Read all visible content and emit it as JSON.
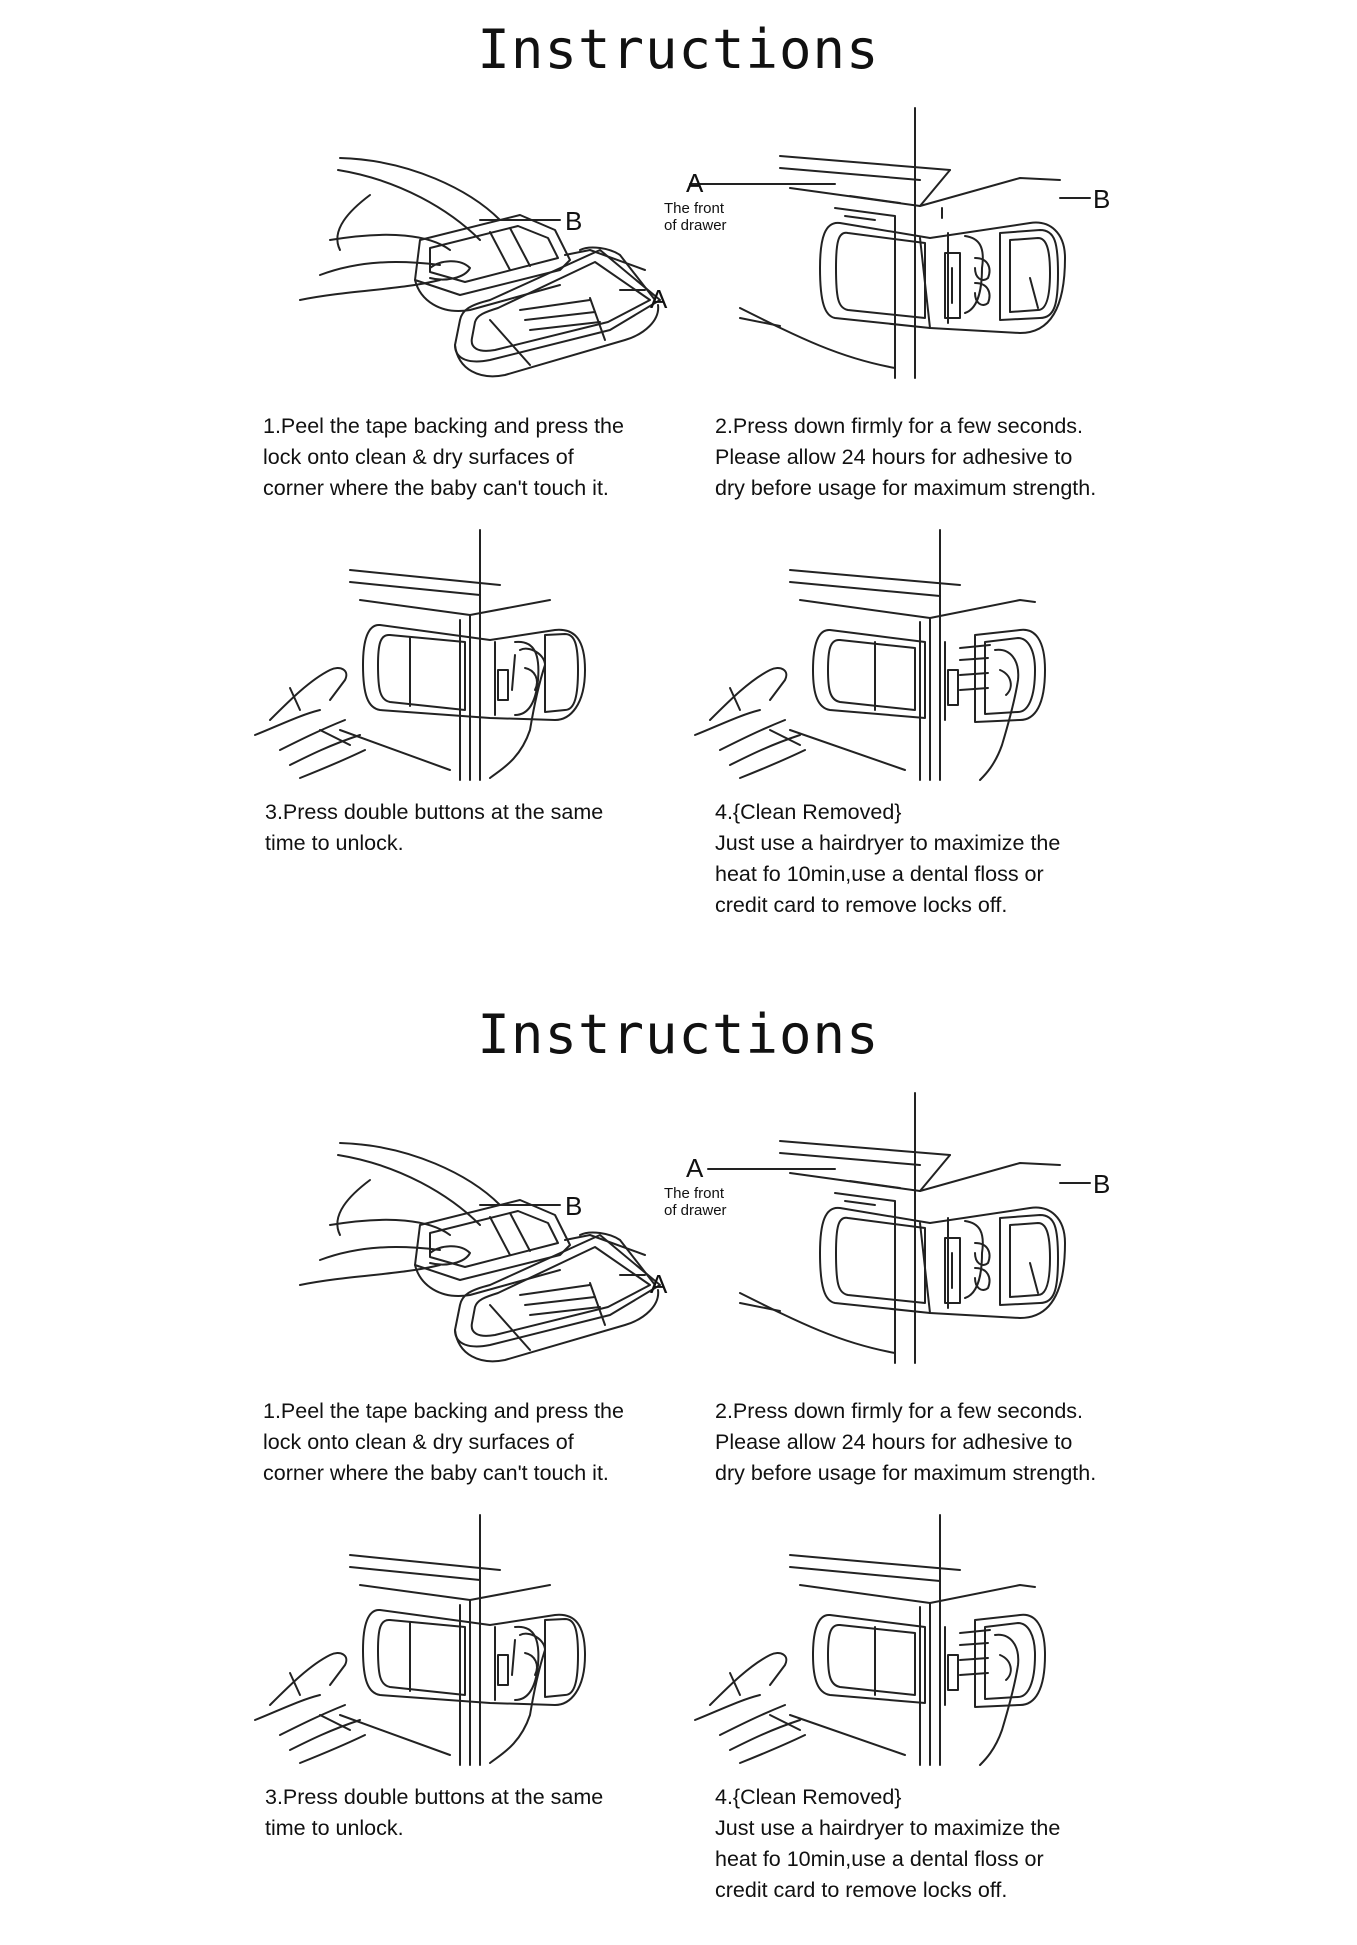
{
  "sections": [
    {
      "title": "Instructions",
      "steps": [
        {
          "caption": "1.Peel the tape backing and press the\nlock onto clean & dry surfaces of\ncorner where the baby can't touch it.",
          "labels": {
            "b": "B",
            "a": "A"
          }
        },
        {
          "caption": "2.Press down firmly for a few seconds.\nPlease allow 24 hours for adhesive to\ndry before usage for maximum strength.",
          "labels": {
            "a": "A",
            "front1": "The front",
            "front2": "of drawer",
            "b": "B"
          }
        },
        {
          "caption": "3.Press double buttons at the same\ntime to unlock."
        },
        {
          "caption": "4.{Clean Removed}\nJust use a hairdryer to maximize the\nheat fo 10min,use a dental floss or\ncredit card to remove locks off."
        }
      ]
    },
    {
      "title": "Instructions",
      "steps": [
        {
          "caption": "1.Peel the tape backing and press the\nlock onto clean & dry surfaces of\ncorner where the baby can't touch it.",
          "labels": {
            "b": "B",
            "a": "A"
          }
        },
        {
          "caption": "2.Press down firmly for a few seconds.\nPlease allow 24 hours for adhesive to\ndry before usage for maximum strength.",
          "labels": {
            "a": "A",
            "front1": "The front",
            "front2": "of drawer",
            "b": "B"
          }
        },
        {
          "caption": "3.Press double buttons at the same\ntime to unlock."
        },
        {
          "caption": "4.{Clean Removed}\nJust use a hairdryer to maximize the\nheat fo 10min,use a dental floss or\ncredit card to remove locks off."
        }
      ]
    }
  ]
}
